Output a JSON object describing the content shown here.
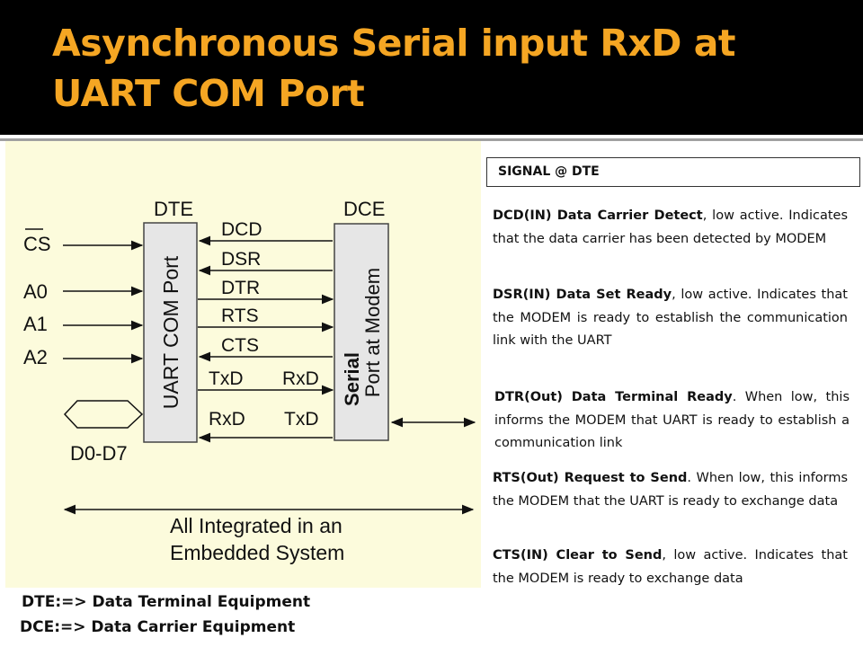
{
  "slide": {
    "title": "Asynchronous Serial input RxD at UART COM Port"
  },
  "diagram": {
    "dte_label": "DTE",
    "dce_label": "DCE",
    "left_pins": [
      "CS",
      "A0",
      "A1",
      "A2"
    ],
    "uart_block_label": "UART COM Port",
    "modem_block_label_1": "Serial",
    "modem_block_label_2": "Port at Modem",
    "signals": [
      "DCD",
      "DSR",
      "DTR",
      "RTS",
      "CTS"
    ],
    "txd_left": "TxD",
    "rxd_right": "RxD",
    "rxd_left": "RxD",
    "txd_right": "TxD",
    "bus_label": "D0-D7",
    "system_label_1": "All Integrated in an",
    "system_label_2": "Embedded System"
  },
  "panel": {
    "header": "SIGNAL @ DTE",
    "items": [
      {
        "name": "DCD(IN) Data Carrier Detect",
        "text": ", low active. Indicates that the data carrier has been detected by MODEM"
      },
      {
        "name": "DSR(IN) Data Set Ready",
        "text": ", low active. Indicates that the MODEM is ready to establish the communication link with the UART"
      },
      {
        "name": "DTR(Out) Data Terminal Ready",
        "text": ". When low, this informs the MODEM that UART is ready to establish a communication link"
      },
      {
        "name": "RTS(Out) Request to Send",
        "text": ". When low, this informs the MODEM that the UART is ready to exchange data"
      },
      {
        "name": "CTS(IN) Clear to Send",
        "text": ", low active. Indicates that the MODEM is ready to exchange data"
      }
    ]
  },
  "footer": {
    "dte_def": "DTE:=> Data Terminal Equipment",
    "dce_def": "DCE:=> Data Carrier Equipment"
  }
}
